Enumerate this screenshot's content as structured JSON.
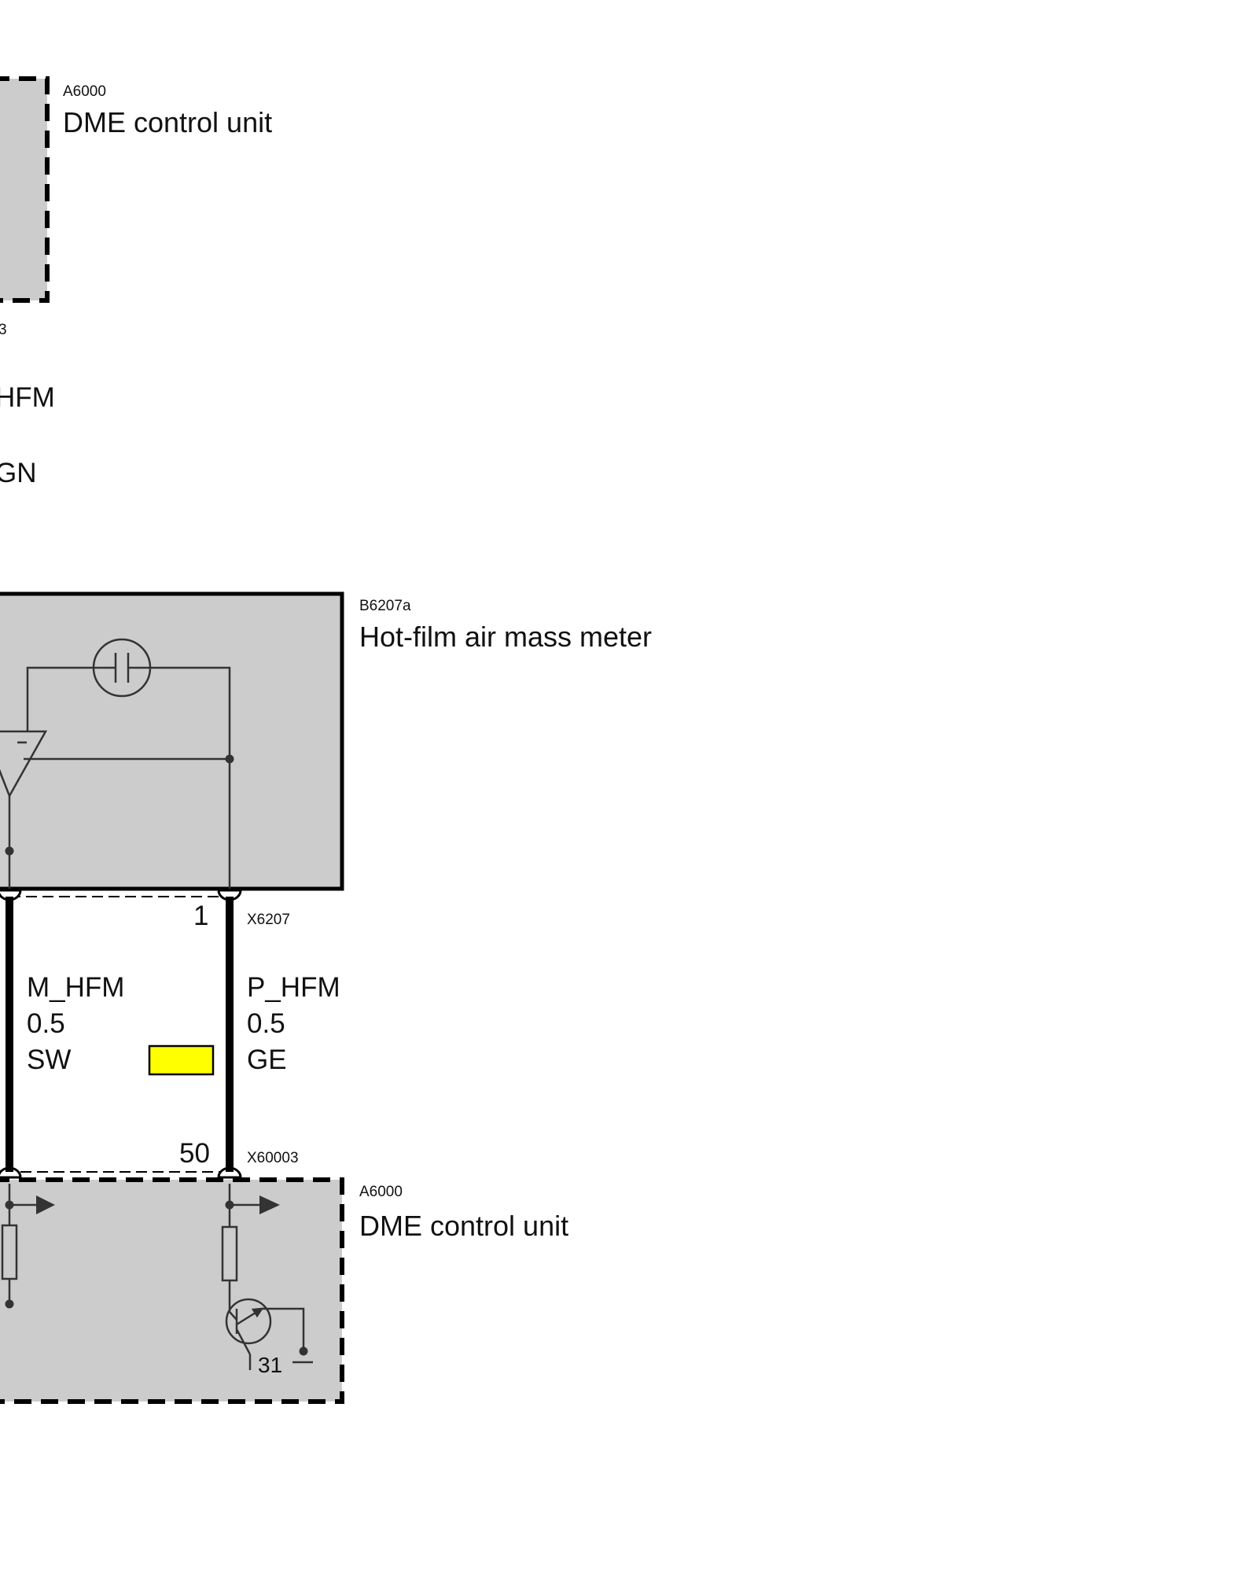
{
  "components": {
    "top_module": {
      "code": "A6000",
      "name": "DME control unit"
    },
    "hfm": {
      "code": "B6207a",
      "name": "Hot-film air mass meter"
    },
    "bottom_module": {
      "code": "A6000",
      "name": "DME control unit"
    }
  },
  "left_partial": {
    "code_tail": "3",
    "signal_tail": "HFM",
    "color_tail": "GN"
  },
  "connectors": {
    "hfm_connector": "X6207",
    "dme_connector": "X60003",
    "hfm_pin_visible": "1",
    "dme_pin_visible": "50"
  },
  "wires": [
    {
      "signal": "M_HFM",
      "cross_section": "0.5",
      "color": "SW"
    },
    {
      "signal": "P_HFM",
      "cross_section": "0.5",
      "color": "GE"
    }
  ],
  "ground_label": "31",
  "colors": {
    "module_fill": "#cccccc",
    "wire": "#000000",
    "symbol_line": "#333333",
    "highlight_marker": "#ffff00"
  },
  "icons": [
    "capacitor-icon",
    "op-amp-icon",
    "resistor-icon",
    "transistor-icon",
    "ground-icon",
    "signal-arrow-icon"
  ]
}
